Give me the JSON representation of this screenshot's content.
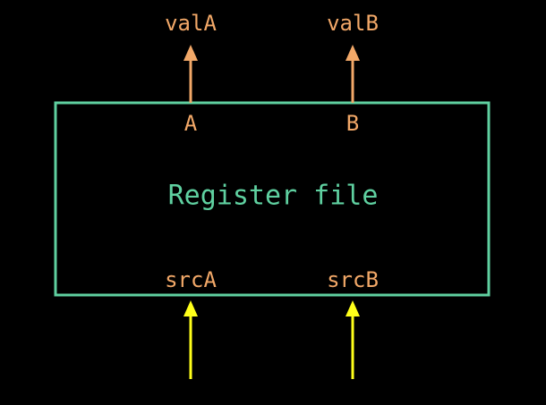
{
  "colors": {
    "background": "#000000",
    "box": "#5fd0a0",
    "output_port": "#f2a868",
    "input_arrow": "#ffff1a"
  },
  "register_file": {
    "title": "Register file",
    "outputs": [
      {
        "port": "A",
        "signal": "valA"
      },
      {
        "port": "B",
        "signal": "valB"
      }
    ],
    "inputs": [
      {
        "signal": "srcA"
      },
      {
        "signal": "srcB"
      }
    ]
  }
}
